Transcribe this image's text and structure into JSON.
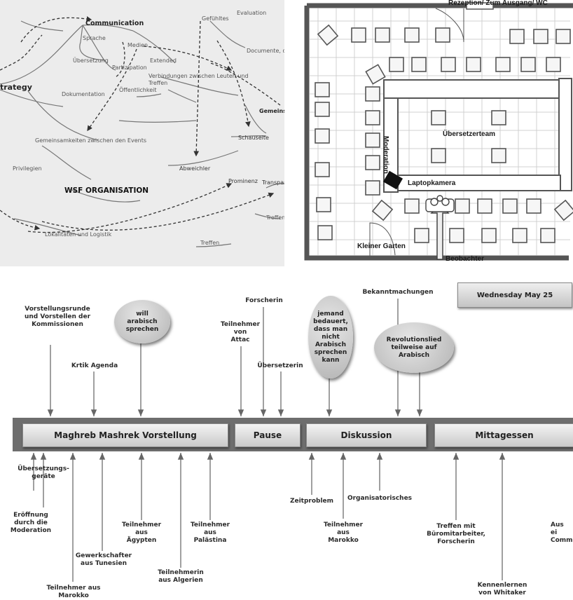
{
  "mindmap": {
    "labels": {
      "communication": "Communication",
      "strategy": "trategy",
      "sprache": "Sprache",
      "uebersetzung": "Übersetzung",
      "partizipation": "Partizipation",
      "medien": "Medien",
      "dokumentation": "Dokumentation",
      "extended": "Extended",
      "verbindungen": "Verbindungen zwischen Leuten und",
      "treffen": "Treffen",
      "oeffentlichkeit": "Öffentlichkeit",
      "gemeinsamkeiten": "Gemeinsamkeiten zwischen den Events",
      "gefuehle": "Gefühltes",
      "evaluation": "Evaluation",
      "documente": "Documente, die d",
      "gemeinsam": "Gemeinsa",
      "schauseite": "Schauseite",
      "abweichler": "Abweichler",
      "prominenz": "Prominenz",
      "transparenz": "Transpar",
      "treffen2": "Treffen",
      "treffen3": "Treffen",
      "wsf": "WSF ORGANISATION",
      "lokalitaeten": "Lokalitäten und Logistik",
      "privilegien": "Privilegien"
    }
  },
  "floorplan": {
    "reception": "Rezeption/ Zum Ausgang/ WC",
    "moderation": "Moderation",
    "translators": "Übersetzerteam",
    "laptop_camera": "Laptopkamera",
    "small_garden": "Kleiner Garten",
    "observer": "Beobachter"
  },
  "timeline": {
    "date": "Wednesday May 25",
    "segments": [
      {
        "label": "Maghreb Mashrek Vorstellung"
      },
      {
        "label": "Pause"
      },
      {
        "label": "Diskussion"
      },
      {
        "label": "Mittagessen"
      }
    ],
    "above": [
      {
        "text": "Vorstellungsrunde\nund Vorstellen der\nKommissionen"
      },
      {
        "text": "Krtik Agenda"
      },
      {
        "text": "Teilnehmer\nvon\nAttac"
      },
      {
        "text": "Forscherin"
      },
      {
        "text": "Übersetzerin"
      },
      {
        "text": "Bekanntmachungen"
      }
    ],
    "bubbles": [
      {
        "text": "will\narabisch\nsprechen"
      },
      {
        "text": "jemand\nbedauert,\ndass man\nnicht\nArabisch\nsprechen\nkann"
      },
      {
        "text": "Revolutionslied\nteilweise auf\nArabisch"
      }
    ],
    "below": [
      {
        "text": "Übersetzungs-\ngeräte"
      },
      {
        "text": "Eröffnung\ndurch die\nModeration"
      },
      {
        "text": "Teilnehmer aus\nMarokko"
      },
      {
        "text": "Gewerkschafter\naus Tunesien"
      },
      {
        "text": "Teilnehmer\naus\nÄgypten"
      },
      {
        "text": "Teilnehmerin\naus Algerien"
      },
      {
        "text": "Teilnehmer\naus\nPalästina"
      },
      {
        "text": "Zeitproblem"
      },
      {
        "text": "Teilnehmer\naus\nMarokko"
      },
      {
        "text": "Organisatorisches"
      },
      {
        "text": "Treffen mit\nBüromitarbeiter,\nForscherin"
      },
      {
        "text": "Kennenlernen\nvon Whitaker"
      },
      {
        "text": "Aus\nei\nComm"
      }
    ]
  }
}
